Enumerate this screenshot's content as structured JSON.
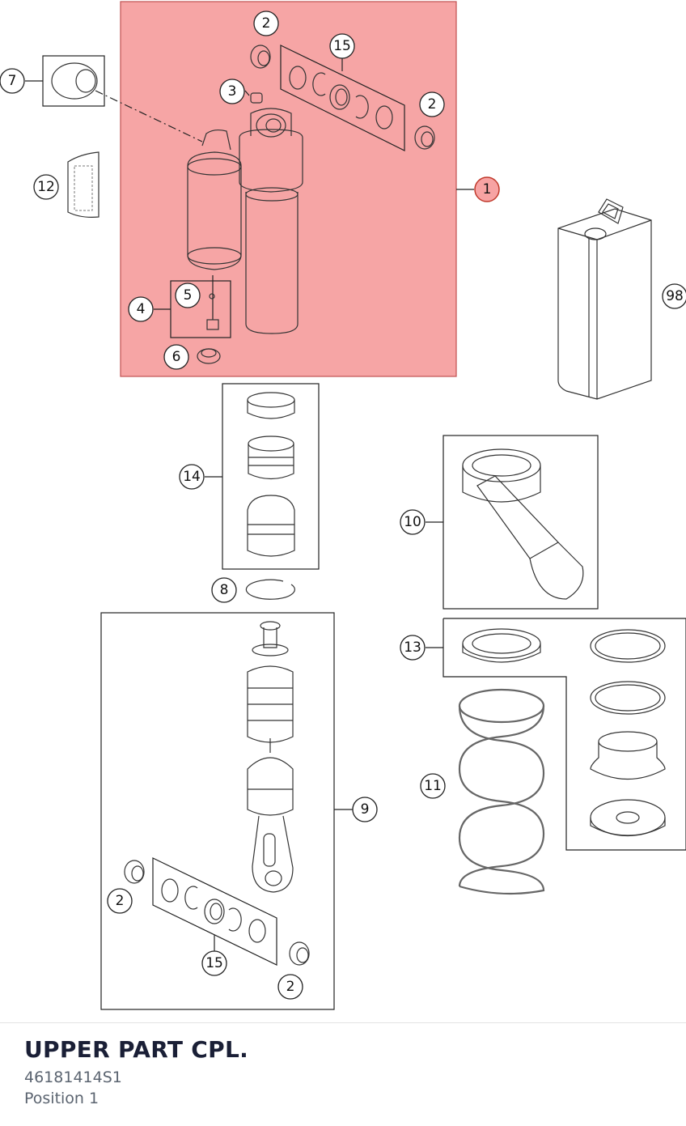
{
  "diagram": {
    "callouts": {
      "c1": "1",
      "c2a": "2",
      "c2b": "2",
      "c2c": "2",
      "c2d": "2",
      "c3": "3",
      "c4": "4",
      "c5": "5",
      "c6": "6",
      "c7": "7",
      "c8": "8",
      "c9": "9",
      "c10": "10",
      "c11": "11",
      "c12": "12",
      "c13": "13",
      "c14": "14",
      "c15a": "15",
      "c15b": "15",
      "c98": "98"
    },
    "highlight_color": "#f5a0a0",
    "highlight_callout": "1"
  },
  "footer": {
    "title": "UPPER PART CPL.",
    "part_number": "46181414S1",
    "position": "Position 1"
  }
}
